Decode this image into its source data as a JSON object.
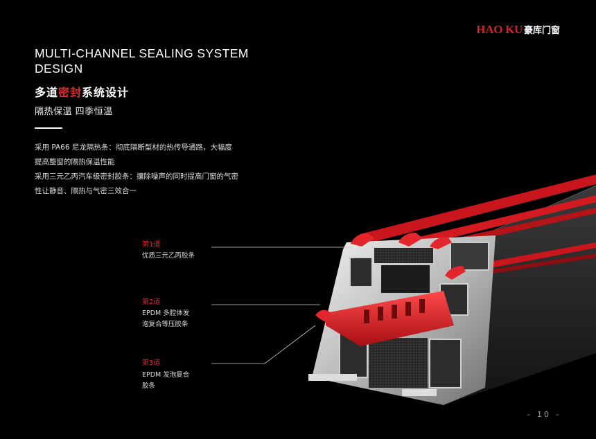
{
  "brand": {
    "name_en": "HAO KU",
    "name_cn": "豪库门窗"
  },
  "heading": {
    "title_en": "MULTI-CHANNEL SEALING SYSTEM DESIGN",
    "title_cn_pre": "多道",
    "title_cn_highlight": "密封",
    "title_cn_post": "系统设计",
    "subtitle": "隔热保温 四季恒温"
  },
  "body": {
    "line1": "采用 PA66 尼龙隔热条：彻底隔断型材的热传导通路，大幅度",
    "line2": "提高整窗的隔热保温性能",
    "line3": "采用三元乙丙汽车级密封胶条：攘除噪声的同时提高门窗的气密",
    "line4": "性让静音、隔热与气密三效合一"
  },
  "labels": [
    {
      "title": "第1道",
      "desc1": "优质三元乙丙胶条",
      "desc2": ""
    },
    {
      "title": "第2道",
      "desc1": "EPDM 多腔体发",
      "desc2": "泡复合等压胶条"
    },
    {
      "title": "第3道",
      "desc1": "EPDM 发泡复合",
      "desc2": "胶条"
    }
  ],
  "page_number": "10",
  "colors": {
    "accent": "#e3262c",
    "background": "#000000"
  }
}
